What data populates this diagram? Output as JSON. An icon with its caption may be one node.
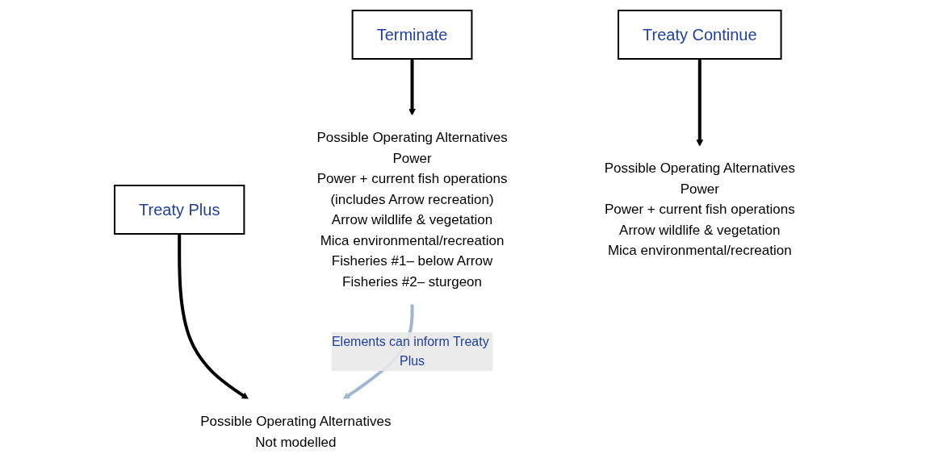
{
  "diagram": {
    "nodes": [
      {
        "text": [
          "Terminate"
        ]
      },
      {
        "text": [
          "Treaty Continue"
        ]
      },
      {
        "text": [
          "Treaty Plus"
        ]
      },
      {
        "text": [
          "Possible Operating Alternatives",
          "Power",
          "Power + current fish operations",
          "(includes Arrow recreation)",
          "Arrow wildlife & vegetation",
          "Mica environmental/recreation",
          "Fisheries #1– below Arrow",
          "Fisheries #2– sturgeon"
        ]
      },
      {
        "text": [
          "Possible Operating Alternatives",
          "Power",
          "Power + current fish operations",
          "Arrow wildlife & vegetation",
          "Mica environmental/recreation"
        ]
      },
      {
        "text": [
          "Possible Operating Alternatives",
          "Not modelled"
        ]
      }
    ],
    "edges": [
      {
        "from": 0,
        "to": 3,
        "arrow": "to"
      },
      {
        "from": 1,
        "to": 4,
        "arrow": "to"
      },
      {
        "from": 2,
        "to": 5,
        "arrow": "to"
      },
      {
        "from": 3,
        "to": 5,
        "arrow": "to",
        "label": "Elements can inform Treaty Plus",
        "color": "#9fb6d3"
      }
    ]
  }
}
